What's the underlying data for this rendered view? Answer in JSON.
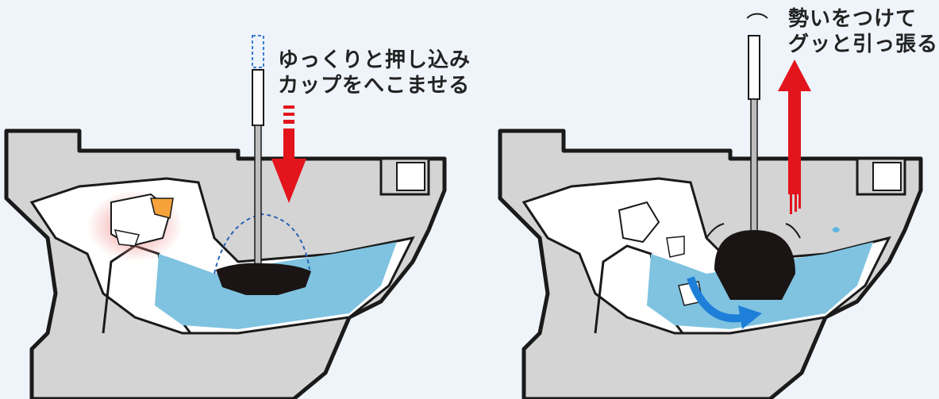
{
  "left_panel": {
    "caption_line1": "ゆっくりと押し込み",
    "caption_line2": "カップをへこませる",
    "arrow_direction": "down"
  },
  "right_panel": {
    "caption_line1": "勢いをつけて",
    "caption_line2": "グッと引っ張る",
    "arrow_direction": "up"
  },
  "colors": {
    "toilet": "#d4d4d4",
    "toilet_outline": "#1a1a1a",
    "water": "#7fc3e0",
    "plunger_cup": "#1a1414",
    "arrow": "#e3141c",
    "flow_arrow": "#1e7fd8",
    "clog_glow": "#f08a8a",
    "clog_tint": "#f6a23a"
  },
  "icons": [
    "downward-red-arrow",
    "upward-red-arrow",
    "plunger",
    "toilet-cross-section",
    "blue-flow-arrow"
  ]
}
